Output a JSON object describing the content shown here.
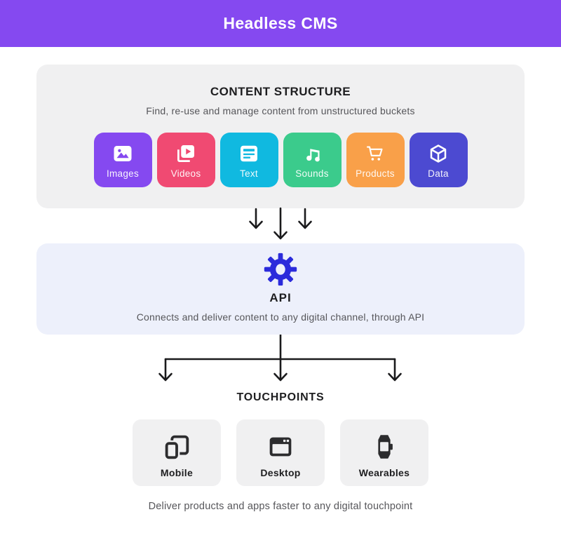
{
  "header": {
    "title": "Headless CMS",
    "bg_color": "#8549F0"
  },
  "content_structure": {
    "title": "CONTENT STRUCTURE",
    "subtitle": "Find, re-use  and manage content from unstructured buckets",
    "tiles": [
      {
        "label": "Images",
        "icon": "image-icon",
        "color": "#8549F0"
      },
      {
        "label": "Videos",
        "icon": "video-library-icon",
        "color": "#F04A72"
      },
      {
        "label": "Text",
        "icon": "text-lines-icon",
        "color": "#10B9E0"
      },
      {
        "label": "Sounds",
        "icon": "music-note-icon",
        "color": "#3BCB8C"
      },
      {
        "label": "Products",
        "icon": "shopping-cart-icon",
        "color": "#F9A049"
      },
      {
        "label": "Data",
        "icon": "cube-icon",
        "color": "#4C4AD1"
      }
    ]
  },
  "api": {
    "title": "API",
    "subtitle": "Connects and deliver content to any digital channel, through API",
    "icon": "gear-icon",
    "icon_color": "#2B2BDB",
    "bg_color": "#EDF0FB"
  },
  "touchpoints": {
    "title": "TOUCHPOINTS",
    "tiles": [
      {
        "label": "Mobile",
        "icon": "mobile-devices-icon"
      },
      {
        "label": "Desktop",
        "icon": "desktop-browser-icon"
      },
      {
        "label": "Wearables",
        "icon": "smartwatch-icon"
      }
    ],
    "footer": "Deliver products and apps faster to any digital touchpoint"
  },
  "colors": {
    "panel_bg": "#F0F0F1",
    "touch_tile_bg": "#F0F0F1",
    "arrow": "#1A1A1C",
    "dark_icon": "#2C2C2E",
    "dark_text": "#1E1E20",
    "muted_text": "#56565A"
  }
}
